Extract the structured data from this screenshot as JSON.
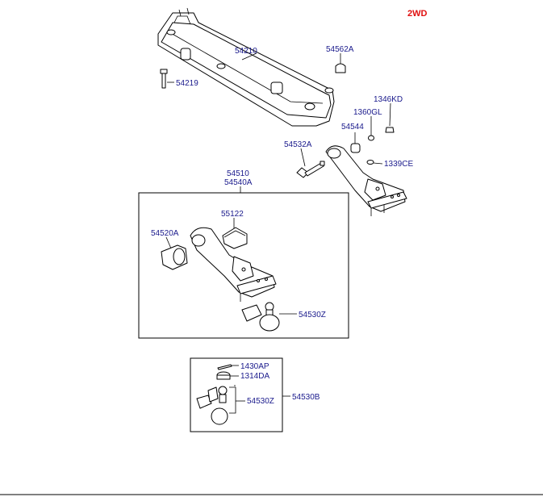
{
  "badge": "2WD",
  "colors": {
    "label": "#1a1a8c",
    "badge": "#e01010",
    "line": "#000000"
  },
  "parts": {
    "p54210": "54210",
    "p54562A": "54562A",
    "p54219": "54219",
    "p1346KD": "1346KD",
    "p1360GL": "1360GL",
    "p54544": "54544",
    "p54532A": "54532A",
    "p1339CE": "1339CE",
    "p54510": "54510",
    "p54540A": "54540A",
    "p55122": "55122",
    "p54520A": "54520A",
    "p54530Z_a": "54530Z",
    "p1430AP": "1430AP",
    "p1314DA": "1314DA",
    "p54530Z_b": "54530Z",
    "p54530B": "54530B"
  }
}
